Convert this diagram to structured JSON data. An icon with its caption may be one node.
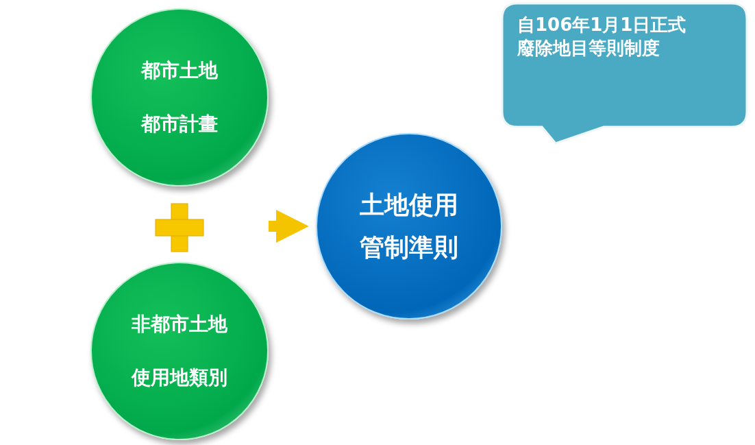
{
  "diagram": {
    "nodes": [
      {
        "text": [
          "都市土地",
          "都市計畫"
        ]
      },
      {
        "text": [
          "非都市土地",
          "使用地類別"
        ]
      },
      {
        "text": [
          "土地使用管制準則"
        ]
      },
      {
        "text": [
          "自106年1月1日正式廢除地目等則制度"
        ]
      }
    ],
    "edges": [
      {
        "from": null,
        "to": 2,
        "arrow": "to"
      }
    ]
  }
}
